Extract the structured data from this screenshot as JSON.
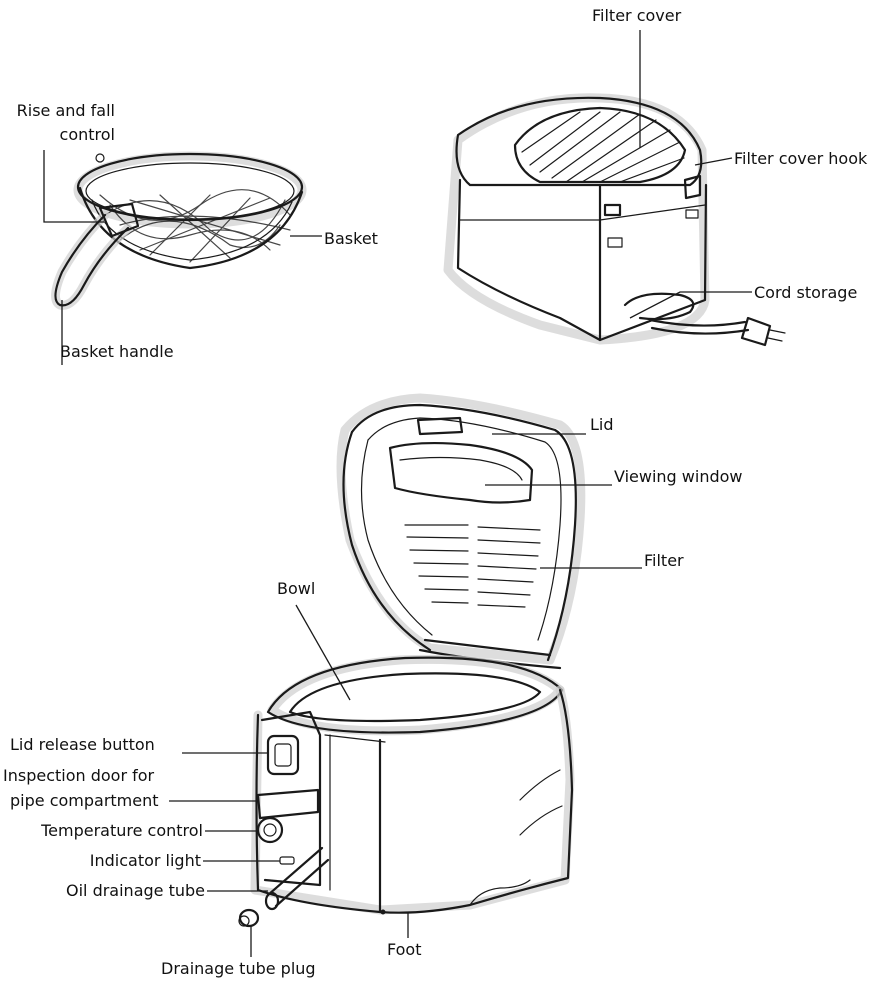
{
  "labels": {
    "rise_fall_control": "Rise and fall\ncontrol",
    "basket": "Basket",
    "basket_handle": "Basket handle",
    "filter_cover": "Filter cover",
    "filter_cover_hook": "Filter cover hook",
    "cord_storage": "Cord storage",
    "lid": "Lid",
    "viewing_window": "Viewing window",
    "filter": "Filter",
    "bowl": "Bowl",
    "lid_release_button": "Lid release button",
    "inspection_door": "Inspection door for\npipe compartment",
    "temperature_control": "Temperature control",
    "indicator_light": "Indicator light",
    "oil_drainage_tube": "Oil drainage tube",
    "drainage_tube_plug": "Drainage tube plug",
    "foot": "Foot"
  }
}
